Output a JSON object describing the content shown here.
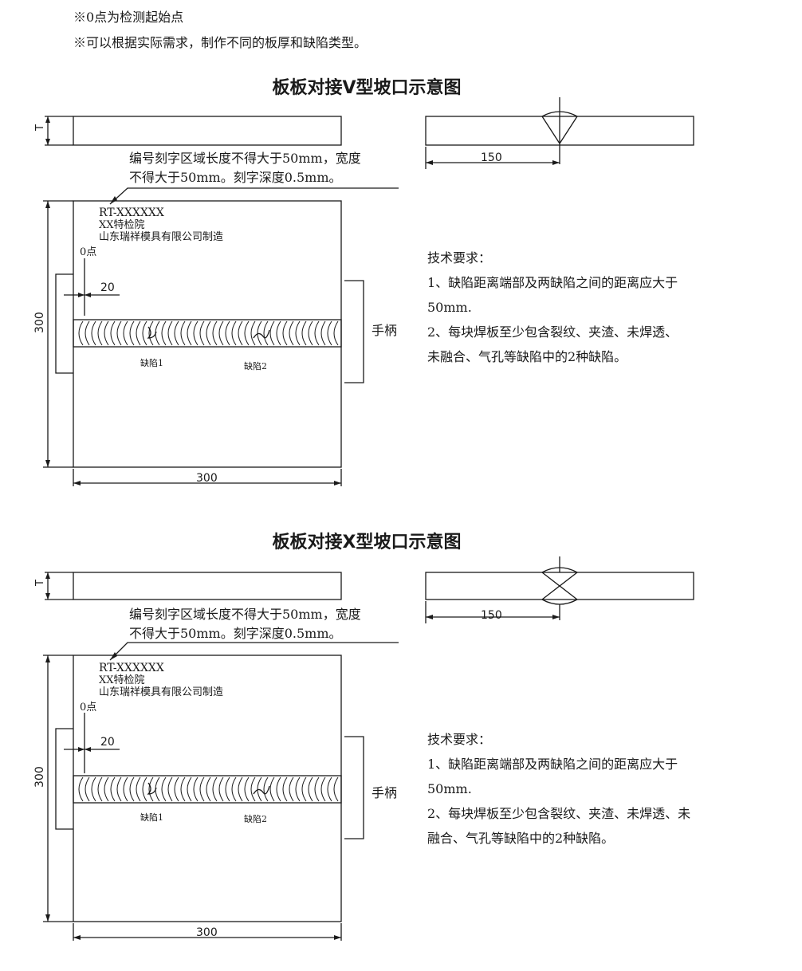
{
  "notes": [
    "※0点为检测起始点",
    "※可以根据实际需求，制作不同的板厚和缺陷类型。"
  ],
  "sections": [
    {
      "title": "板板对接V型坡口示意图",
      "thickness_label": "T",
      "side_dim": "150",
      "engraving_note_line1": "编号刻字区域长度不得大于50mm，宽度",
      "engraving_note_line2": "不得大于50mm。刻字深度0.5mm。",
      "plate_code": "RT-XXXXXX",
      "plate_org": "XX特检院",
      "plate_maker": "山东瑞祥模具有限公司制造",
      "zero_point": "0点",
      "offset_dim": "20",
      "height_dim": "300",
      "width_dim": "300",
      "handle_label": "手柄",
      "defect1": "缺陷1",
      "defect2": "缺陷2",
      "tech_title": "技术要求：",
      "tech_line1": "1、缺陷距离端部及两缺陷之间的距离应大于",
      "tech_line2": "50mm.",
      "tech_line3": "2、每块焊板至少包含裂纹、夹渣、未焊透、",
      "tech_line4": "未融合、气孔等缺陷中的2种缺陷。"
    },
    {
      "title": "板板对接X型坡口示意图",
      "thickness_label": "T",
      "side_dim": "150",
      "engraving_note_line1": "编号刻字区域长度不得大于50mm，宽度",
      "engraving_note_line2": "不得大于50mm。刻字深度0.5mm。",
      "plate_code": "RT-XXXXXX",
      "plate_org": "XX特检院",
      "plate_maker": "山东瑞祥模具有限公司制造",
      "zero_point": "0点",
      "offset_dim": "20",
      "height_dim": "300",
      "width_dim": "300",
      "handle_label": "手柄",
      "defect1": "缺陷1",
      "defect2": "缺陷2",
      "tech_title": "技术要求：",
      "tech_line1": "1、缺陷距离端部及两缺陷之间的距离应大于",
      "tech_line2": "50mm.",
      "tech_line3": "2、每块焊板至少包含裂纹、夹渣、未焊透、未",
      "tech_line4": "融合、气孔等缺陷中的2种缺陷。"
    }
  ]
}
